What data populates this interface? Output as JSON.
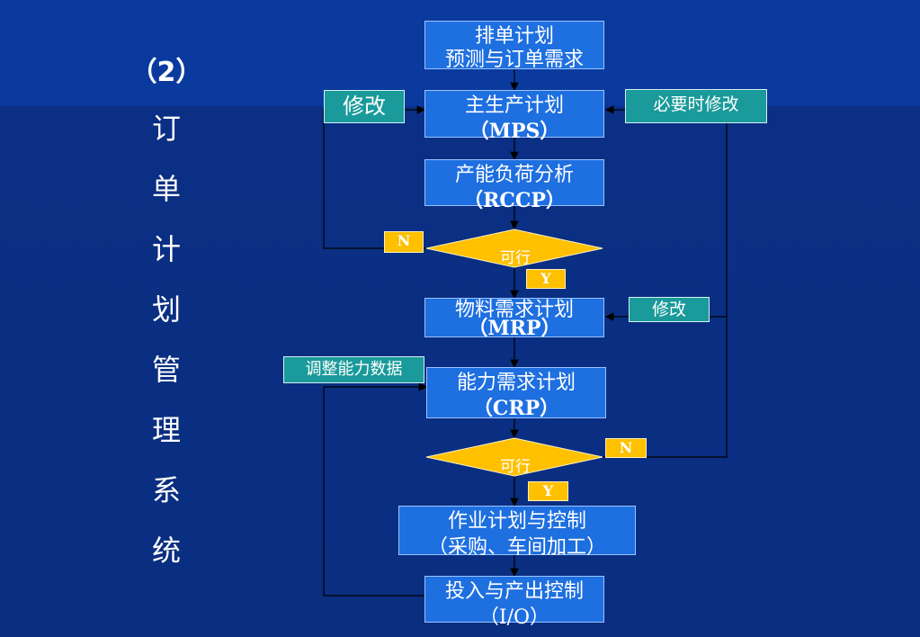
{
  "side": {
    "number": "（2）",
    "chars": [
      "订",
      "单",
      "计",
      "划",
      "管",
      "理",
      "系",
      "统"
    ]
  },
  "boxes": {
    "schedule_line1": "排单计划",
    "schedule_line2": "预测与订单需求",
    "mps_line1": "主生产计划",
    "mps_line2": "（MPS）",
    "rccp_line1": "产能负荷分析",
    "rccp_line2": "（RCCP）",
    "mrp_line1": "物料需求计划",
    "mrp_line2": "（MRP）",
    "crp_line1": "能力需求计划",
    "crp_line2": "（CRP）",
    "ops_line1": "作业计划与控制",
    "ops_line2": "（采购、车间加工）",
    "io_line1": "投入与产出控制",
    "io_line2": "（I/O）"
  },
  "tags": {
    "modify_1": "修改",
    "modify_when_needed": "必要时修改",
    "modify_2": "修改",
    "adjust_capacity": "调整能力数据"
  },
  "decisions": {
    "feasible_1": "可行",
    "feasible_2": "可行",
    "n1": "N",
    "y1": "Y",
    "n2": "N",
    "y2": "Y"
  },
  "colors": {
    "box_fill": "#1e6fe0",
    "tag_fill": "#1a9a9a",
    "diamond_fill": "#ffc000",
    "background": "#0a2e80"
  }
}
